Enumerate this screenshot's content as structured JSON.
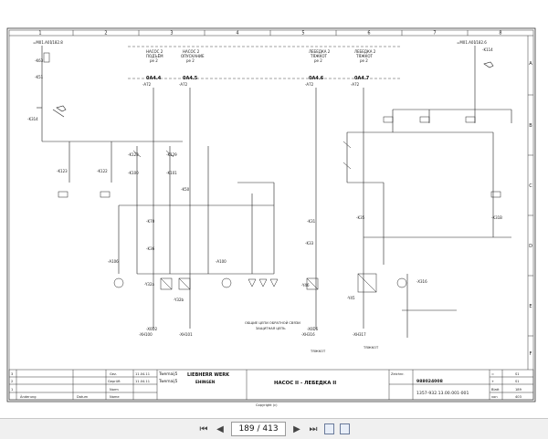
{
  "diagram": {
    "columns": [
      "1",
      "2",
      "3",
      "4",
      "5",
      "6",
      "7",
      "8"
    ],
    "rows": [
      "A",
      "B",
      "C",
      "D",
      "E",
      "F"
    ],
    "terminals_top_left": [
      "=M01.A01",
      "/182.8"
    ],
    "terminals_top_right": [
      "=M01.A01",
      "/182.6"
    ],
    "top_labels": [
      {
        "title": "НАСОС 2",
        "sub": "ПОДЪЁМ",
        "mode": "ре 2",
        "addr": "0A4.4",
        "dev": "-A72"
      },
      {
        "title": "НАСОС 2",
        "sub": "ОПУСКАНИЕ",
        "mode": "ре 2",
        "addr": "0A4.5",
        "dev": "-A72"
      },
      {
        "title": "ЛЕБЕДКА 2",
        "sub": "ТЯЖКОТ",
        "mode": "ре 2",
        "addr": "0A4.6",
        "dev": "-A72"
      },
      {
        "title": "ЛЕБЕДКА 2",
        "sub": "ТЯЖКОТ",
        "mode": "ре 2",
        "addr": "0A4.7",
        "dev": "-A72"
      }
    ],
    "device_labels": [
      "-K63",
      "-K51",
      "-K314",
      "-K123",
      "-K122",
      "-K128",
      "-K129",
      "-K100",
      "-K101",
      "-K50",
      "-K70",
      "-K32",
      "-K114",
      "-K35",
      "-K36",
      "-K31",
      "-K33",
      "-K31B",
      "-Y32a",
      "-Y32b",
      "-A106",
      "-A100",
      "-X316",
      "-Y46",
      "-Y45",
      "-X0D2",
      "-X0D6",
      "-XH100",
      "-XH101",
      "-XH316",
      "-XH317"
    ],
    "bottom_note": "ОБЩИЕ ЦЕПИ ОБРАТНОЙ СВЯЗИ",
    "bottom_note2": "ЗАЩИТНАЯ ЦЕПЬ",
    "small_labels": [
      "ТЯЖКОТ",
      "ТЯЖКОТ"
    ]
  },
  "title_block": {
    "rev_rows": [
      "3",
      "2",
      "1"
    ],
    "col_headers": [
      "Änderung",
      "Datum",
      "Name"
    ],
    "gez_label": "Gez.",
    "gepr_label": "Geprüft",
    "norm_label": "Norm",
    "date1": "11.04.11",
    "date2": "11.04.11",
    "name1": "Twemaij5",
    "name2": "Twemaij5",
    "company": "LIEBHERR WERK",
    "city": "EHINGEN",
    "drawing_title": "НАСОС II  -  ЛЕБЕДКА II",
    "zeichnr_label": "Zeichnr.",
    "zeichnr_value": "988024008",
    "code": "1357-932.13.00.001-001",
    "sheet_labels": [
      "=",
      "+",
      "Blatt",
      "von"
    ],
    "sheet_values": [
      "S1",
      "S1",
      "189",
      "403"
    ]
  },
  "viewer": {
    "page_display": "189 / 413",
    "copyright": "Copyright (c)"
  }
}
